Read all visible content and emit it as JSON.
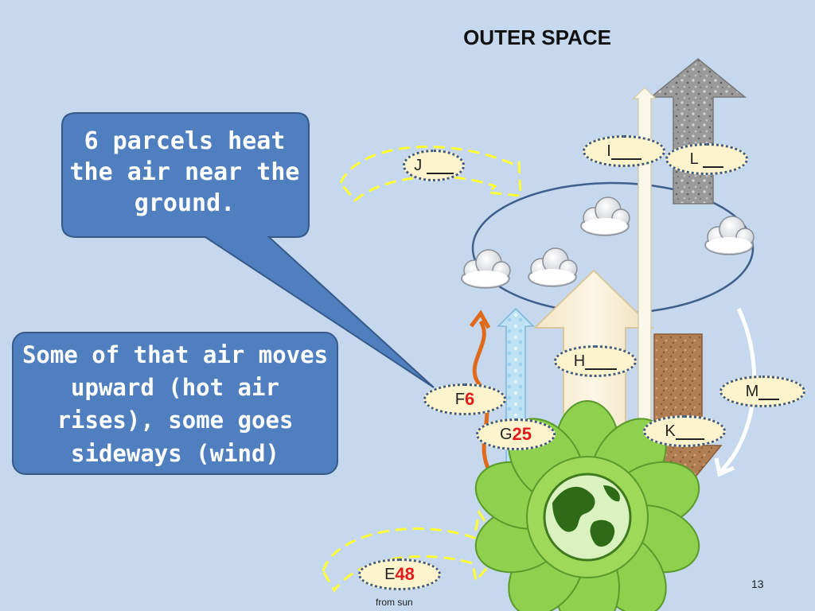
{
  "title": "OUTER SPACE",
  "callouts": {
    "first": "6 parcels heat the air near the ground.",
    "second": "Some of that air moves upward (hot air rises), some goes sideways (wind)"
  },
  "labels": {
    "E": {
      "letter": "E",
      "answer": "48"
    },
    "F": {
      "letter": "F",
      "answer": "6"
    },
    "G": {
      "letter": "G",
      "answer": "25"
    },
    "H": {
      "letter": "H"
    },
    "I": {
      "letter": "I"
    },
    "J": {
      "letter": "J"
    },
    "K": {
      "letter": "K"
    },
    "L": {
      "letter": "L"
    },
    "M": {
      "letter": "M"
    }
  },
  "from_sun": "from sun",
  "page_number": "13",
  "colors": {
    "background": "#c5d8ee",
    "callout_fill": "#4f7fbf",
    "label_fill": "#fdf4cd",
    "answer": "#e11a1a",
    "flower": "#8fd14f",
    "sun_arrow": "#ffff33"
  }
}
